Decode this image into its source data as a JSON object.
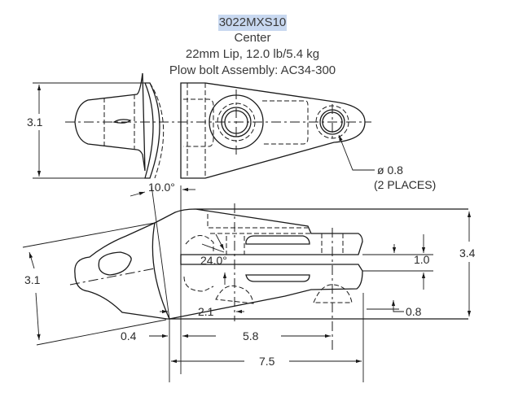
{
  "header": {
    "part_number": "3022MXS10",
    "position": "Center",
    "spec": "22mm Lip, 12.0 lb/5.4 kg",
    "assembly": "Plow bolt Assembly: AC34-300"
  },
  "top_view": {
    "height_dim": "3.1",
    "hole_dim": "ø  0.8",
    "hole_note": "(2 PLACES)"
  },
  "side_view": {
    "angle_tip": "10.0°",
    "angle_inner": "24.0°",
    "tip_height": "3.1",
    "overall_height": "3.4",
    "slot_width": "1.0",
    "lip_offset": "0.8",
    "dim_2_1": "2.1",
    "dim_0_4": "0.4",
    "dim_5_8": "5.8",
    "dim_7_5": "7.5"
  }
}
